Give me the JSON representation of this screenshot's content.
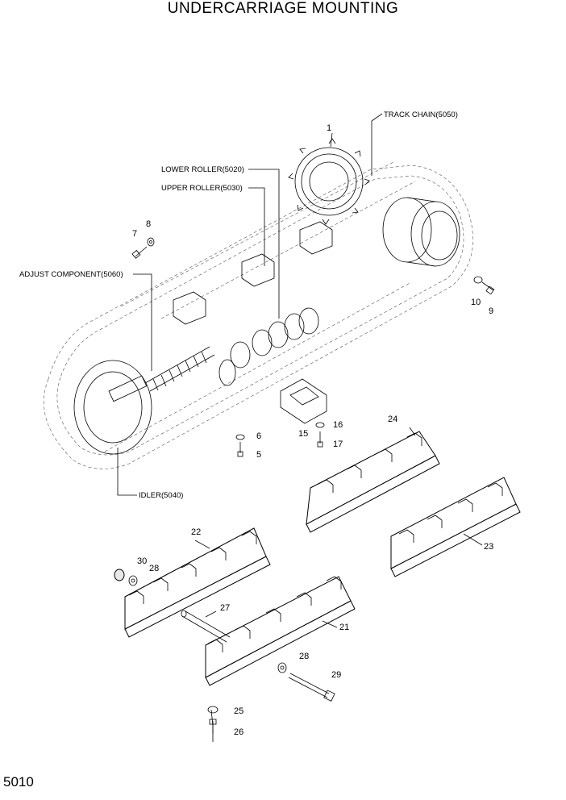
{
  "title": "UNDERCARRIAGE MOUNTING",
  "page_number": "5010",
  "reference_labels": {
    "track_chain": "TRACK CHAIN(5050)",
    "lower_roller": "LOWER ROLLER(5020)",
    "upper_roller": "UPPER ROLLER(5030)",
    "adjust_component": "ADJUST COMPONENT(5060)",
    "idler": "IDLER(5040)"
  },
  "callouts": {
    "c1": "1",
    "c5": "5",
    "c6": "6",
    "c7": "7",
    "c8": "8",
    "c9": "9",
    "c10": "10",
    "c15": "15",
    "c16": "16",
    "c17": "17",
    "c21": "21",
    "c22": "22",
    "c23": "23",
    "c24": "24",
    "c25": "25",
    "c26": "26",
    "c27": "27",
    "c28a": "28",
    "c28b": "28",
    "c29": "29",
    "c30": "30"
  }
}
